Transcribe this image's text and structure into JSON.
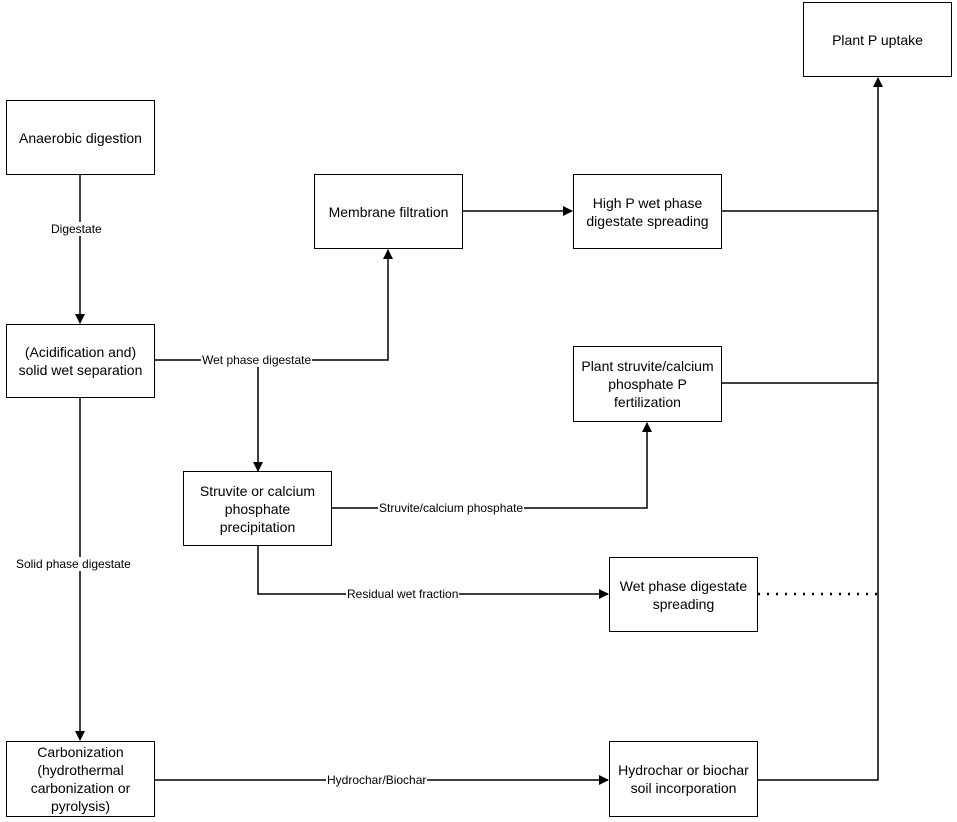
{
  "nodes": {
    "anaerobic_digestion": "Anaerobic digestion",
    "acidification": "(Acidification and)\nsolid wet separation",
    "membrane_filtration": "Membrane filtration",
    "high_p_spreading": "High P wet phase\ndigestate spreading",
    "plant_uptake": "Plant P uptake",
    "struvite_fertilization": "Plant struvite/calcium\nphosphate P\nfertilization",
    "struvite_precipitation": "Struvite or calcium\nphosphate\nprecipitation",
    "wet_phase_spreading": "Wet phase digestate\nspreading",
    "carbonization": "Carbonization\n(hydrothermal\ncarbonization or\npyrolysis)",
    "hydrochar_incorporation": "Hydrochar or biochar\nsoil incorporation"
  },
  "edge_labels": {
    "digestate": "Digestate",
    "wet_phase_digestate": "Wet phase digestate",
    "solid_phase_digestate": "Solid phase digestate",
    "struvite_calcium_phosphate": "Struvite/calcium phosphate",
    "residual_wet_fraction": "Residual wet fraction",
    "hydrochar_biochar": "Hydrochar/Biochar"
  }
}
